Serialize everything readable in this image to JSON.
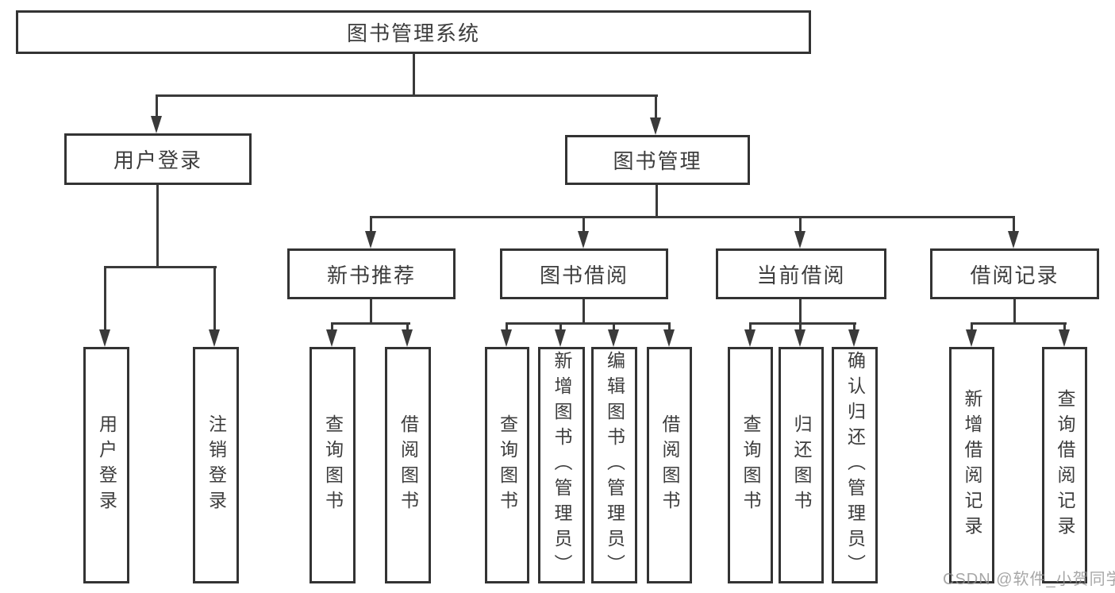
{
  "diagram_type": "hierarchy-tree",
  "watermark": "CSDN @软件_小贺同学",
  "colors": {
    "background": "#ffffff",
    "box_border": "#333333",
    "connector_line": "#3a3a3a",
    "text": "#3d3d3d",
    "watermark_text": "#919191"
  },
  "tree": {
    "label": "图书管理系统",
    "children": [
      {
        "label": "用户登录",
        "children": [
          {
            "label": "用户登录"
          },
          {
            "label": "注销登录"
          }
        ]
      },
      {
        "label": "图书管理",
        "children": [
          {
            "label": "新书推荐",
            "children": [
              {
                "label": "查询图书"
              },
              {
                "label": "借阅图书"
              }
            ]
          },
          {
            "label": "图书借阅",
            "children": [
              {
                "label": "查询图书"
              },
              {
                "label": "新增图书（管理员）"
              },
              {
                "label": "编辑图书（管理员）"
              },
              {
                "label": "借阅图书"
              }
            ]
          },
          {
            "label": "当前借阅",
            "children": [
              {
                "label": "查询图书"
              },
              {
                "label": "归还图书"
              },
              {
                "label": "确认归还（管理员）"
              }
            ]
          },
          {
            "label": "借阅记录",
            "children": [
              {
                "label": "新增借阅记录"
              },
              {
                "label": "查询借阅记录"
              }
            ]
          }
        ]
      }
    ]
  }
}
